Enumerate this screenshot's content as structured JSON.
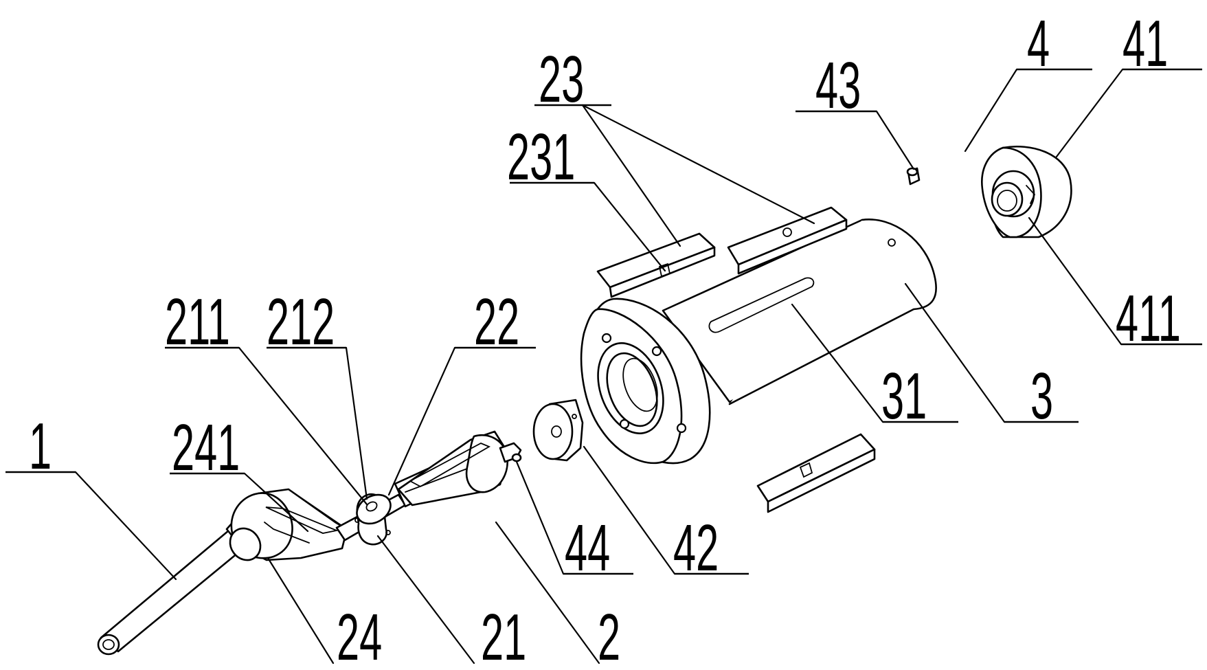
{
  "figure": {
    "type": "exploded-assembly-drawing",
    "callouts": [
      {
        "id": "c1",
        "text": "1",
        "points_to": "tube"
      },
      {
        "id": "c241",
        "text": "241",
        "points_to": "rear-cone-slot"
      },
      {
        "id": "c211",
        "text": "211",
        "points_to": "collar-hole"
      },
      {
        "id": "c212",
        "text": "212",
        "points_to": "collar"
      },
      {
        "id": "c22",
        "text": "22",
        "points_to": "front-cone-slot"
      },
      {
        "id": "c231",
        "text": "231",
        "points_to": "slider-notch"
      },
      {
        "id": "c23",
        "text": "23",
        "points_to": "slider-blocks"
      },
      {
        "id": "c43",
        "text": "43",
        "points_to": "pin"
      },
      {
        "id": "c4",
        "text": "4",
        "points_to": "end-assembly"
      },
      {
        "id": "c41",
        "text": "41",
        "points_to": "end-cap"
      },
      {
        "id": "c411",
        "text": "411",
        "points_to": "end-cap-bore"
      },
      {
        "id": "c31",
        "text": "31",
        "points_to": "housing-slot"
      },
      {
        "id": "c3",
        "text": "3",
        "points_to": "housing"
      },
      {
        "id": "c44",
        "text": "44",
        "points_to": "small-stud"
      },
      {
        "id": "c42",
        "text": "42",
        "points_to": "spacer-ring"
      },
      {
        "id": "c24",
        "text": "24",
        "points_to": "rear-cone"
      },
      {
        "id": "c21",
        "text": "21",
        "points_to": "shaft"
      },
      {
        "id": "c2",
        "text": "2",
        "points_to": "core-assembly"
      }
    ]
  }
}
